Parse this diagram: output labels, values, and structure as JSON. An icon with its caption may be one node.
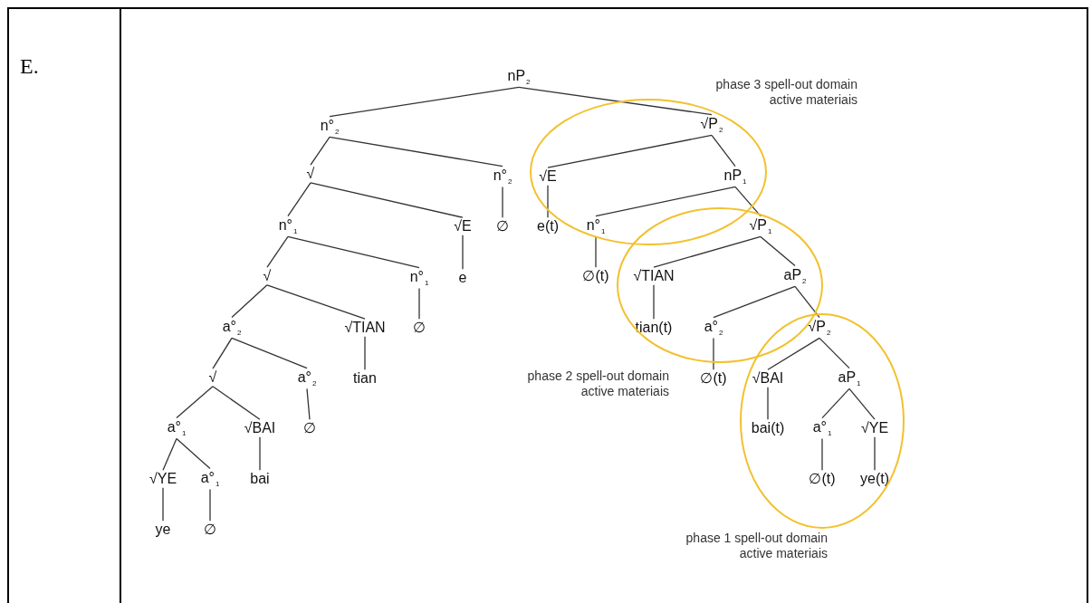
{
  "diagram": {
    "nodes": [
      {
        "text": [
          "nP$_{2}$"
        ]
      },
      {
        "text": [
          "n°$_{2}$"
        ]
      },
      {
        "text": [
          "√"
        ]
      },
      {
        "text": [
          "n°$_{2}$"
        ]
      },
      {
        "text": [
          "n°$_{1}$"
        ]
      },
      {
        "text": [
          "√E"
        ]
      },
      {
        "text": [
          "∅"
        ]
      },
      {
        "text": [
          "√"
        ]
      },
      {
        "text": [
          "n°$_{1}$"
        ]
      },
      {
        "text": [
          "e"
        ]
      },
      {
        "text": [
          "a°$_{2}$"
        ]
      },
      {
        "text": [
          "√TIAN"
        ]
      },
      {
        "text": [
          "∅"
        ]
      },
      {
        "text": [
          "√"
        ]
      },
      {
        "text": [
          "a°$_{2}$"
        ]
      },
      {
        "text": [
          "tian"
        ]
      },
      {
        "text": [
          "a°$_{1}$"
        ]
      },
      {
        "text": [
          "√BAI"
        ]
      },
      {
        "text": [
          "∅"
        ]
      },
      {
        "text": [
          "√YE"
        ]
      },
      {
        "text": [
          "a°$_{1}$"
        ]
      },
      {
        "text": [
          "bai"
        ]
      },
      {
        "text": [
          "ye"
        ]
      },
      {
        "text": [
          "∅"
        ]
      },
      {
        "text": [
          "√P$_{2}$"
        ]
      },
      {
        "text": [
          "√E"
        ]
      },
      {
        "text": [
          "nP$_{1}$"
        ]
      },
      {
        "text": [
          "e(t)"
        ]
      },
      {
        "text": [
          "n°$_{1}$"
        ]
      },
      {
        "text": [
          "√P$_{1}$"
        ]
      },
      {
        "text": [
          "∅(t)"
        ]
      },
      {
        "text": [
          "√TIAN"
        ]
      },
      {
        "text": [
          "aP$_{2}$"
        ]
      },
      {
        "text": [
          "tian(t)"
        ]
      },
      {
        "text": [
          "a°$_{2}$"
        ]
      },
      {
        "text": [
          "√P$_{2}$"
        ]
      },
      {
        "text": [
          "∅(t)"
        ]
      },
      {
        "text": [
          "√BAI"
        ]
      },
      {
        "text": [
          "aP$_{1}$"
        ]
      },
      {
        "text": [
          "bai(t)"
        ]
      },
      {
        "text": [
          "a°$_{1}$"
        ]
      },
      {
        "text": [
          "√YE"
        ]
      },
      {
        "text": [
          "∅(t)"
        ]
      },
      {
        "text": [
          "ye(t)"
        ]
      }
    ],
    "edges": [
      {
        "from": 0,
        "to": 1,
        "arrow": "none"
      },
      {
        "from": 0,
        "to": 24,
        "arrow": "none"
      },
      {
        "from": 1,
        "to": 2,
        "arrow": "none"
      },
      {
        "from": 1,
        "to": 3,
        "arrow": "none"
      },
      {
        "from": 2,
        "to": 4,
        "arrow": "none"
      },
      {
        "from": 2,
        "to": 5,
        "arrow": "none"
      },
      {
        "from": 3,
        "to": 6,
        "arrow": "none"
      },
      {
        "from": 4,
        "to": 7,
        "arrow": "none"
      },
      {
        "from": 4,
        "to": 8,
        "arrow": "none"
      },
      {
        "from": 5,
        "to": 9,
        "arrow": "none"
      },
      {
        "from": 7,
        "to": 10,
        "arrow": "none"
      },
      {
        "from": 7,
        "to": 11,
        "arrow": "none"
      },
      {
        "from": 8,
        "to": 12,
        "arrow": "none"
      },
      {
        "from": 10,
        "to": 13,
        "arrow": "none"
      },
      {
        "from": 10,
        "to": 14,
        "arrow": "none"
      },
      {
        "from": 11,
        "to": 15,
        "arrow": "none"
      },
      {
        "from": 13,
        "to": 16,
        "arrow": "none"
      },
      {
        "from": 13,
        "to": 17,
        "arrow": "none"
      },
      {
        "from": 14,
        "to": 18,
        "arrow": "none"
      },
      {
        "from": 16,
        "to": 19,
        "arrow": "none"
      },
      {
        "from": 16,
        "to": 20,
        "arrow": "none"
      },
      {
        "from": 17,
        "to": 21,
        "arrow": "none"
      },
      {
        "from": 19,
        "to": 22,
        "arrow": "none"
      },
      {
        "from": 20,
        "to": 23,
        "arrow": "none"
      },
      {
        "from": 24,
        "to": 25,
        "arrow": "none"
      },
      {
        "from": 24,
        "to": 26,
        "arrow": "none"
      },
      {
        "from": 25,
        "to": 27,
        "arrow": "none"
      },
      {
        "from": 26,
        "to": 28,
        "arrow": "none"
      },
      {
        "from": 26,
        "to": 29,
        "arrow": "none"
      },
      {
        "from": 28,
        "to": 30,
        "arrow": "none"
      },
      {
        "from": 29,
        "to": 31,
        "arrow": "none"
      },
      {
        "from": 29,
        "to": 32,
        "arrow": "none"
      },
      {
        "from": 31,
        "to": 33,
        "arrow": "none"
      },
      {
        "from": 32,
        "to": 34,
        "arrow": "none"
      },
      {
        "from": 32,
        "to": 35,
        "arrow": "none"
      },
      {
        "from": 34,
        "to": 36,
        "arrow": "none"
      },
      {
        "from": 35,
        "to": 37,
        "arrow": "none"
      },
      {
        "from": 35,
        "to": 38,
        "arrow": "none"
      },
      {
        "from": 37,
        "to": 39,
        "arrow": "none"
      },
      {
        "from": 38,
        "to": 40,
        "arrow": "none"
      },
      {
        "from": 38,
        "to": 41,
        "arrow": "none"
      },
      {
        "from": 40,
        "to": 42,
        "arrow": "none"
      },
      {
        "from": 41,
        "to": 43,
        "arrow": "none"
      }
    ],
    "labels": [
      "E.",
      "phase 3 spell-out domain active materiais",
      "phase 2 spell-out domain active materiais",
      "phase 1 spell-out domain active materiais"
    ]
  }
}
